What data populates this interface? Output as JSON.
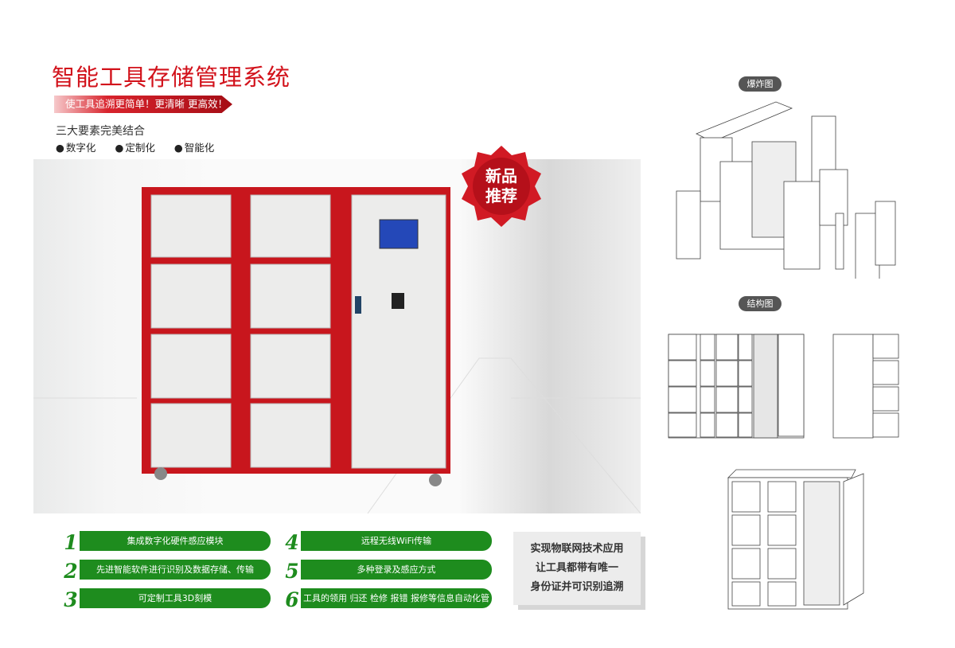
{
  "header": {
    "title": "智能工具存储管理系统",
    "banner": "使工具追溯更简单！更清晰 更高效！",
    "subtitle": "三大要素完美结合",
    "bullets": [
      "数字化",
      "定制化",
      "智能化"
    ]
  },
  "badge": {
    "line1": "新品",
    "line2": "推荐"
  },
  "features": [
    {
      "num": "1",
      "text": "集成数字化硬件感应模块"
    },
    {
      "num": "2",
      "text": "先进智能软件进行识别及数据存储、传输"
    },
    {
      "num": "3",
      "text": "可定制工具3D刻模"
    },
    {
      "num": "4",
      "text": "远程无线WiFi传输"
    },
    {
      "num": "5",
      "text": "多种登录及感应方式"
    },
    {
      "num": "6",
      "text": "工具的领用 归还 检修 报错 报修等信息自动化管理"
    }
  ],
  "callout": [
    "实现物联网技术应用",
    "让工具都带有唯一",
    "身份证并可识别追溯"
  ],
  "diagrams": {
    "exploded_label": "爆炸图",
    "structure_label": "结构图"
  },
  "colors": {
    "brand_red": "#d2121b",
    "cabinet_red": "#c8161d",
    "feature_green": "#1e8c1e"
  }
}
